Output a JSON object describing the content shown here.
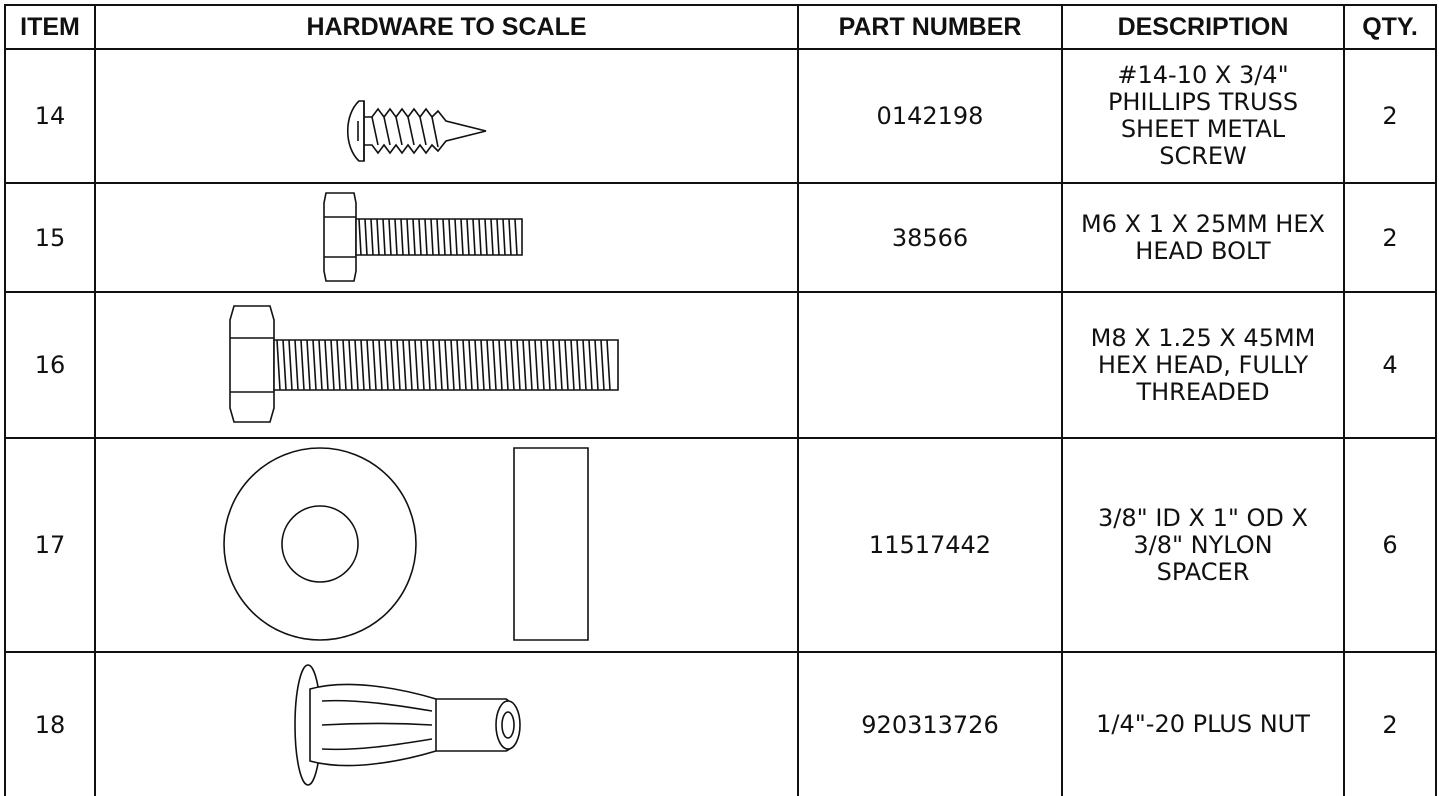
{
  "table": {
    "headers": {
      "item": "ITEM",
      "hardware": "HARDWARE TO SCALE",
      "part_number": "PART NUMBER",
      "description": "DESCRIPTION",
      "qty": "QTY."
    },
    "rows": [
      {
        "item": "14",
        "hardware_icon": "phillips-truss-screw-icon",
        "part_number": "0142198",
        "description": [
          "#14-10 X 3/4\"",
          "PHILLIPS TRUSS",
          "SHEET METAL",
          "SCREW"
        ],
        "qty": "2"
      },
      {
        "item": "15",
        "hardware_icon": "hex-bolt-short-icon",
        "part_number": "38566",
        "description": [
          "M6 X 1 X 25MM HEX",
          "HEAD BOLT"
        ],
        "qty": "2"
      },
      {
        "item": "16",
        "hardware_icon": "hex-bolt-long-icon",
        "part_number": "",
        "description": [
          "M8 X 1.25 X 45MM",
          "HEX HEAD, FULLY",
          "THREADED"
        ],
        "qty": "4"
      },
      {
        "item": "17",
        "hardware_icon": "nylon-spacer-icon",
        "part_number": "11517442",
        "description": [
          "3/8\" ID X 1\" OD X",
          "3/8\" NYLON",
          "SPACER"
        ],
        "qty": "6"
      },
      {
        "item": "18",
        "hardware_icon": "plus-nut-icon",
        "part_number": "920313726",
        "description": [
          "1/4\"-20 PLUS NUT"
        ],
        "qty": "2"
      }
    ]
  }
}
